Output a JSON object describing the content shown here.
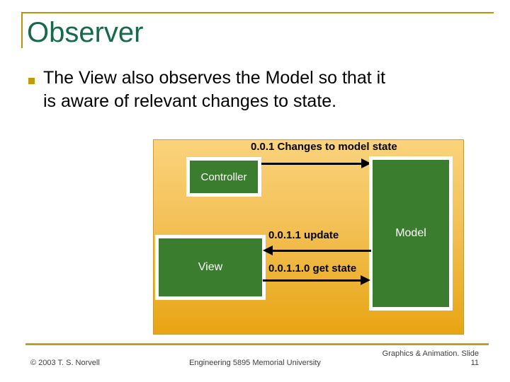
{
  "slide": {
    "title": "Observer",
    "bullet": {
      "lines": [
        "The View also observes the Model so that it",
        "is aware of relevant changes to state."
      ]
    },
    "diagram": {
      "boxes": {
        "controller": "Controller",
        "view": "View",
        "model": "Model"
      },
      "messages": {
        "changes": "0.0.1 Changes to model state",
        "update": "0.0.1.1 update",
        "get_state": "0.0.1.1.0 get state"
      }
    },
    "footer": {
      "copyright": "© 2003 T. S. Norvell",
      "center": "Engineering 5895 Memorial University",
      "right_line1": "Graphics & Animation. Slide",
      "right_line2": "11"
    },
    "colors": {
      "accent_gold": "#B6950C",
      "bullet_gold": "#BF9B0E",
      "title_green": "#17694A",
      "box_green": "#3B7D2E",
      "box_border_white": "#FFFFFF",
      "gradient_top": "#FAD37C",
      "gradient_bottom": "#E8A513",
      "arrow_black": "#000000",
      "footer_text": "#404040"
    }
  }
}
